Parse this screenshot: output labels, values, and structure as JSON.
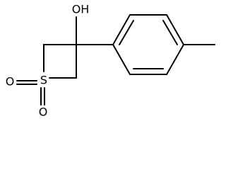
{
  "molecule": {
    "atoms": {
      "hydroxyl": "OH",
      "sulfur": "S",
      "sulfonyl_oxygen_left": "O",
      "sulfonyl_oxygen_bottom": "O"
    }
  }
}
